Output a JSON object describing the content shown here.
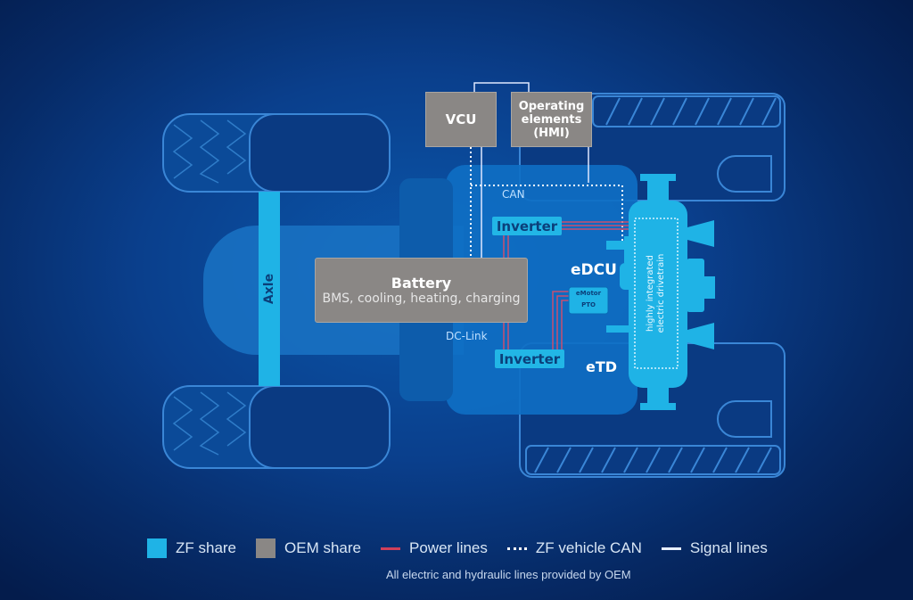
{
  "diagram": {
    "vcu": "VCU",
    "hmi": [
      "Operating",
      "elements",
      "(HMI)"
    ],
    "can": "CAN",
    "inverter_top": "Inverter",
    "inverter_bottom": "Inverter",
    "battery_title": "Battery",
    "battery_sub": "BMS, cooling, heating, charging",
    "dc_link": "DC-Link",
    "edcu": "eDCU",
    "emotor_pto": [
      "eMotor",
      "PTO"
    ],
    "etd": "eTD",
    "axle": "Axle",
    "drivetrain": [
      "highly integrated",
      "electric drivetrain"
    ]
  },
  "legend": {
    "items": [
      {
        "label": "ZF share",
        "kind": "swatch",
        "color": "#1fb3e6"
      },
      {
        "label": "OEM share",
        "kind": "swatch",
        "color": "#8a8785"
      },
      {
        "label": "Power lines",
        "kind": "line",
        "color": "#d0405a"
      },
      {
        "label": "ZF vehicle CAN",
        "kind": "dots",
        "color": "#ffffff"
      },
      {
        "label": "Signal lines",
        "kind": "line",
        "color": "#e8f0ff"
      }
    ],
    "footnote": "All electric and hydraulic lines provided by OEM"
  }
}
